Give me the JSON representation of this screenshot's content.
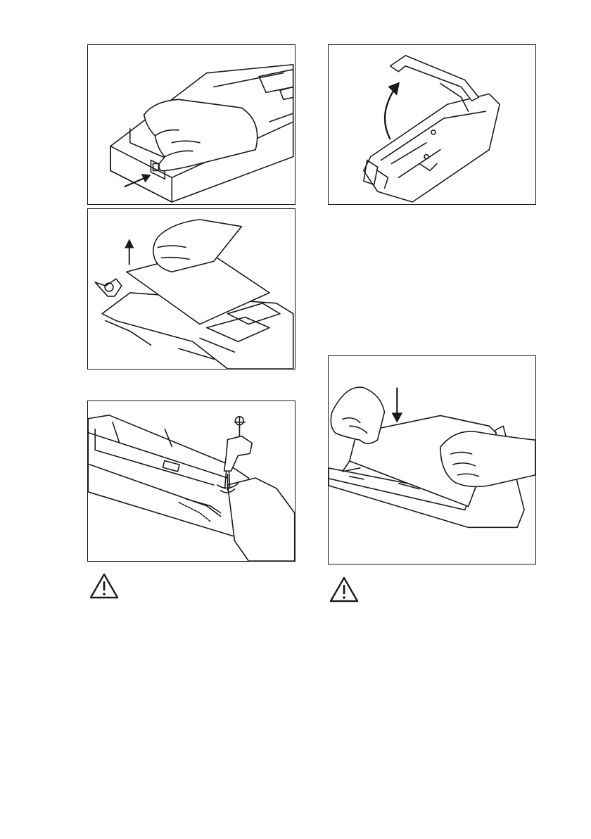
{
  "figures": [
    {
      "id": "fig-1",
      "icon": "push-release-button-illustration"
    },
    {
      "id": "fig-2",
      "icon": "lift-cover-illustration"
    },
    {
      "id": "fig-3",
      "icon": "rinse-under-tap-illustration"
    },
    {
      "id": "fig-4",
      "icon": "open-flap-illustration"
    },
    {
      "id": "fig-5",
      "icon": "reinsert-cover-illustration"
    }
  ],
  "warnings": [
    {
      "icon": "warning-triangle-icon"
    },
    {
      "icon": "warning-triangle-icon"
    }
  ],
  "colors": {
    "line": "#1a1a1a",
    "background": "#ffffff",
    "shade": "#e9e9e9"
  }
}
